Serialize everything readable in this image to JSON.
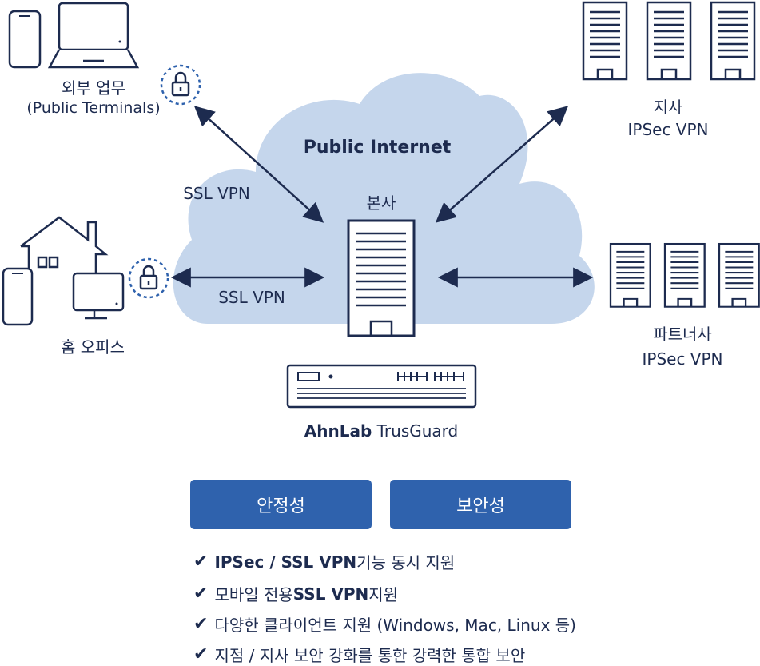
{
  "cloud": {
    "title": "Public Internet"
  },
  "nodes": {
    "external": {
      "name": "외부 업무",
      "sub": "(Public Terminals)"
    },
    "home_office": {
      "name": "홈 오피스"
    },
    "hq": {
      "name": "본사"
    },
    "branch": {
      "name": "지사",
      "sub": "IPSec VPN"
    },
    "partner": {
      "name": "파트너사",
      "sub": "IPSec VPN"
    },
    "appliance": {
      "name": "AhnLab TrusGuard",
      "name_bold": "AhnLab",
      "name_rest": " TrusGuard"
    }
  },
  "links": {
    "external_hq": "SSL VPN",
    "home_hq": "SSL VPN"
  },
  "badges": {
    "stability": "안정성",
    "security": "보안성"
  },
  "features": [
    {
      "bold": "IPSec / SSL VPN",
      "rest": " 기능 동시 지원"
    },
    {
      "pre": "모바일 전용 ",
      "bold": "SSL VPN",
      "rest": " 지원"
    },
    {
      "pre": "다양한 클라이언트 지원 (Windows, Mac, Linux 등)"
    },
    {
      "pre": "지점 / 지사 보안 강화를 통한 강력한 통합 보안"
    }
  ],
  "colors": {
    "cloud": "#c5d6ec",
    "navy": "#1d2b4f",
    "badge": "#2f62ad",
    "lock": "#2f62ad"
  }
}
